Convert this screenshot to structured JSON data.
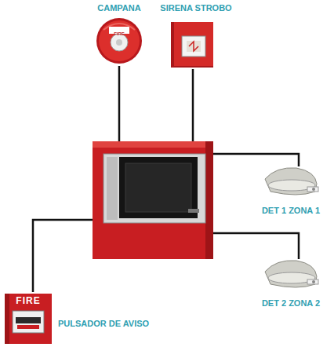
{
  "diagram": {
    "nodes": [
      {
        "text": [
          "CAMPANA",
          "FIRE"
        ]
      },
      {
        "text": [
          "SIRENA STROBO"
        ]
      },
      {
        "text": []
      },
      {
        "text": [
          "DET 1 ZONA 1"
        ]
      },
      {
        "text": [
          "DET 2 ZONA 2"
        ]
      },
      {
        "text": [
          "FIRE",
          "PULSADOR DE AVISO"
        ]
      }
    ],
    "edges": [
      {
        "from": 2,
        "to": 0,
        "arrow": "none"
      },
      {
        "from": 2,
        "to": 1,
        "arrow": "none"
      },
      {
        "from": 2,
        "to": 3,
        "arrow": "none"
      },
      {
        "from": 2,
        "to": 4,
        "arrow": "none"
      },
      {
        "from": 2,
        "to": 5,
        "arrow": "none"
      }
    ]
  }
}
